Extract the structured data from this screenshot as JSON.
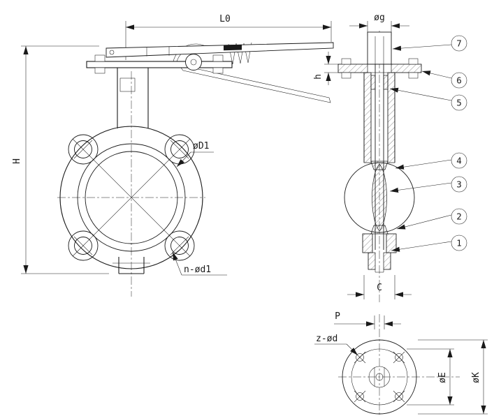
{
  "meta": {
    "line_color": "#1a1a1a",
    "background_color": "#ffffff"
  },
  "front_view": {
    "dim_length": "L0",
    "dim_height": "H",
    "label_bolt_circle": "øD1",
    "label_bolt_holes": "n-ød1"
  },
  "side_view": {
    "dim_stem_top": "øg",
    "dim_flange_thickness": "h",
    "dim_bottom_width": "C",
    "callouts": [
      "7",
      "6",
      "5",
      "4",
      "3",
      "2",
      "1"
    ]
  },
  "bottom_view": {
    "dim_flat_width": "P",
    "label_holes": "z-ød",
    "dim_inner_circle": "øE",
    "dim_outer_circle": "øK"
  }
}
